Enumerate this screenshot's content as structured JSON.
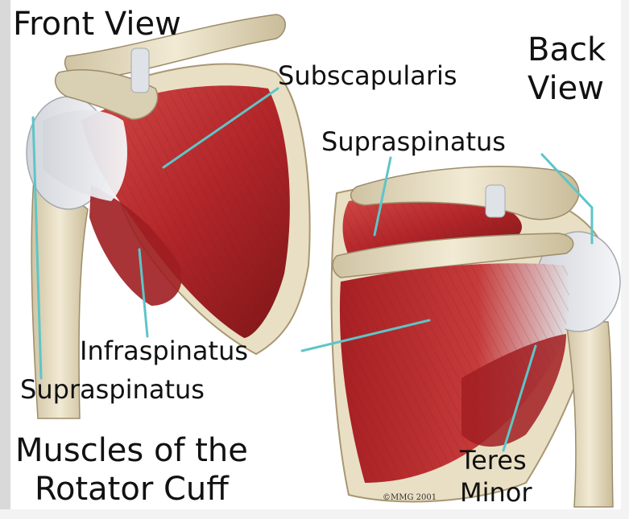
{
  "titles": {
    "front_view": "Front View",
    "back_view_line1": "Back",
    "back_view_line2": "View",
    "main_line1": "Muscles of the",
    "main_line2": "Rotator Cuff"
  },
  "labels": {
    "subscapularis": "Subscapularis",
    "supraspinatus_back": "Supraspinatus",
    "infraspinatus": "Infraspinatus",
    "supraspinatus_front": "Supraspinatus",
    "teres_minor_line1": "Teres",
    "teres_minor_line2": "Minor"
  },
  "copyright": "©MMG 2001",
  "colors": {
    "muscle": "#b3262a",
    "muscle_dark": "#8e1a1c",
    "bone": "#e9dfc4",
    "tendon": "#e4e6ea",
    "pointer": "#5ec5c8"
  }
}
